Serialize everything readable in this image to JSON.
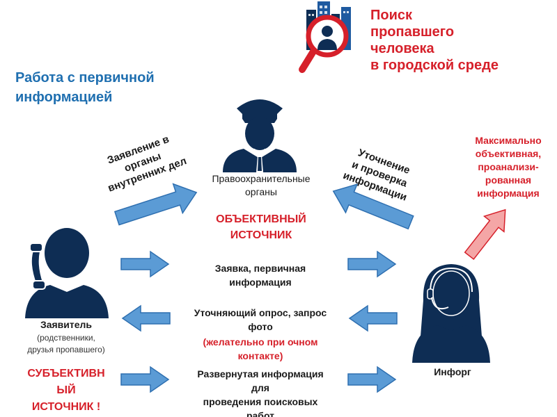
{
  "header": {
    "title_lines": [
      "Поиск",
      "пропавшего",
      "человека",
      "в городской среде"
    ],
    "subtitle_lines": [
      "Работа с первичной",
      "информацией"
    ]
  },
  "police": {
    "name_lines": [
      "Правоохранительные",
      "органы"
    ],
    "source_lines": [
      "ОБЪЕКТИВНЫЙ",
      "ИСТОЧНИК"
    ]
  },
  "applicant": {
    "name": "Заявитель",
    "detail_lines": [
      "(родственники,",
      "друзья пропавшего)"
    ],
    "source_lines": [
      "СУБЪЕКТИВН",
      "ЫЙ",
      "ИСТОЧНИК !"
    ]
  },
  "inforg": {
    "name": "Инфорг"
  },
  "diag_left_lines": [
    "Заявление в",
    "органы",
    "внутренних дел"
  ],
  "diag_right_lines": [
    "Уточнение",
    "и проверка",
    "информации"
  ],
  "outcome_lines": [
    "Максимально",
    "объективная,",
    "проанализи-",
    "рованная",
    "информация"
  ],
  "flows": [
    {
      "lines": [
        "Заявка, первичная",
        "информация"
      ],
      "note_lines": []
    },
    {
      "lines": [
        "Уточняющий опрос, запрос",
        "фото"
      ],
      "note_lines": [
        "(желательно при очном",
        "контакте)"
      ]
    },
    {
      "lines": [
        "Развернутая информация",
        "для",
        "проведения поисковых",
        "работ"
      ],
      "note_lines": []
    }
  ],
  "colors": {
    "accent": "#d6202a",
    "arrow": "#5b9bd5",
    "figure": "#0e2d54",
    "outcome_arrow": "#f4a6a6"
  }
}
